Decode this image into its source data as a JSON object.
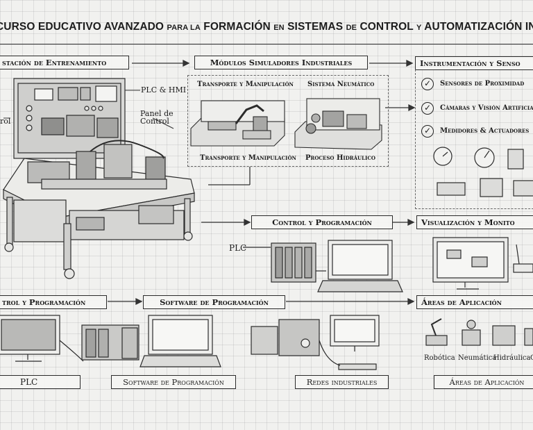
{
  "title": {
    "part1": "Curso Educativo Avanzado",
    "part2": "para la",
    "part3": "Formación",
    "part4": "en",
    "part5": "Sistemas",
    "part6": "de",
    "part7": "Control",
    "part8": "y",
    "part9": "Automatización Indu"
  },
  "sections": {
    "training_station": "stación de Entrenamiento",
    "simulator_modules": "Módulos Simuladores Industriales",
    "instrumentation": "Instrumentación y Senso",
    "control_programming_mid": "Control y Programación",
    "visualization": "Visualización y Monito",
    "control_programming_left": "trol y Programación",
    "software": "Software de Programación",
    "application_areas": "Áreas de Aplicación"
  },
  "station_labels": {
    "plc_hmi": "PLC & HMI",
    "control_panel_line1": "Panel de",
    "control_panel_line2": "Control",
    "left_cut": "rol"
  },
  "modules": {
    "top_left": "Transporte y Manipulación",
    "top_right": "Sistema Neumático",
    "bottom_left": "Transporte y Manipulación",
    "bottom_right": "Proceso Hidráulico"
  },
  "instrument_items": [
    {
      "label": "Sensores de Proximidad",
      "icon": "check"
    },
    {
      "label": "Cámaras y Visión Artificia",
      "icon": "check"
    },
    {
      "label": "Medidores & Actuadores",
      "icon": "check"
    }
  ],
  "plc_label": "PLC",
  "bottom_labels": {
    "plc": "PLC",
    "software": "Software de Programación",
    "networks": "Redes industriales",
    "areas": "Áreas de Aplicación"
  },
  "application_items": [
    "Robótica",
    "Neumática",
    "Hidráulica",
    "C"
  ],
  "check_glyph": "✓"
}
